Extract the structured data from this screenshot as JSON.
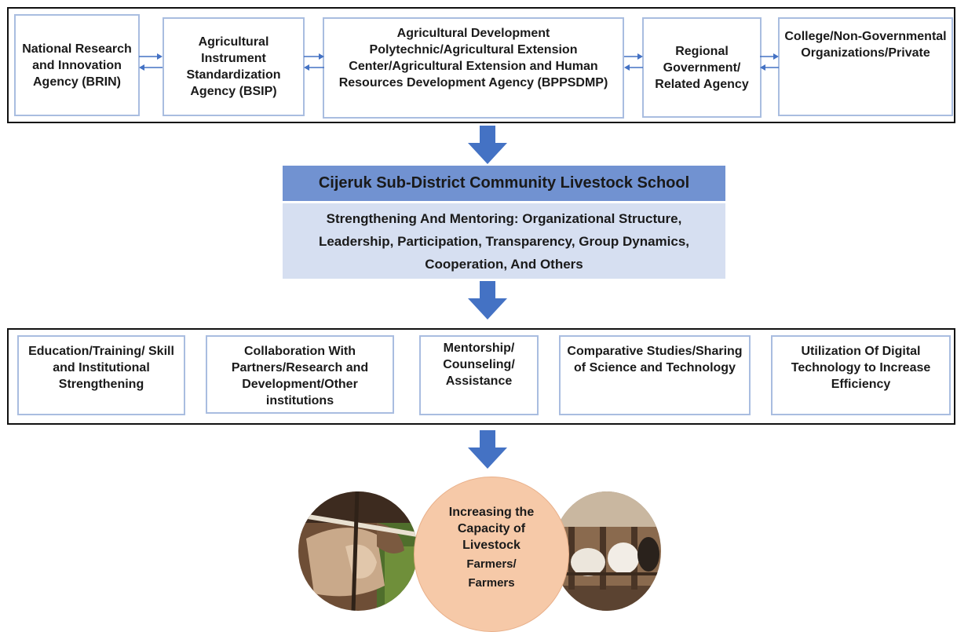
{
  "top_row": {
    "brin": "National Research and Innovation Agency (BRIN)",
    "bsip": "Agricultural Instrument Standardization Agency (BSIP)",
    "bppsdmp": "Agricultural Development Polytechnic/Agricultural Extension Center/Agricultural Extension and Human Resources Development Agency (BPPSDMP)",
    "regional": "Regional Government/ Related Agency",
    "college": "College/Non-Governmental Organizations/Private"
  },
  "school": {
    "title": "Cijeruk Sub-District Community Livestock School",
    "body": "Strengthening And Mentoring: Organizational Structure, Leadership, Participation, Transparency, Group Dynamics, Cooperation, And Others"
  },
  "activities": {
    "education": "Education/Training/ Skill and Institutional Strengthening",
    "collaboration": "Collaboration With Partners/Research and Development/Other institutions",
    "mentorship": "Mentorship/ Counseling/ Assistance",
    "comparative": "Comparative Studies/Sharing of Science and Technology",
    "digital": "Utilization Of Digital Technology to Increase Efficiency"
  },
  "outcome": {
    "line1": "Increasing the Capacity of Livestock",
    "line2": "Farmers/ Farmers"
  },
  "colors": {
    "arrow": "#4472c4",
    "banner_title": "#7192d1",
    "banner_body": "#d6dff1",
    "box_border": "#a9bde0",
    "outcome_circle": "#f6c9a8"
  }
}
